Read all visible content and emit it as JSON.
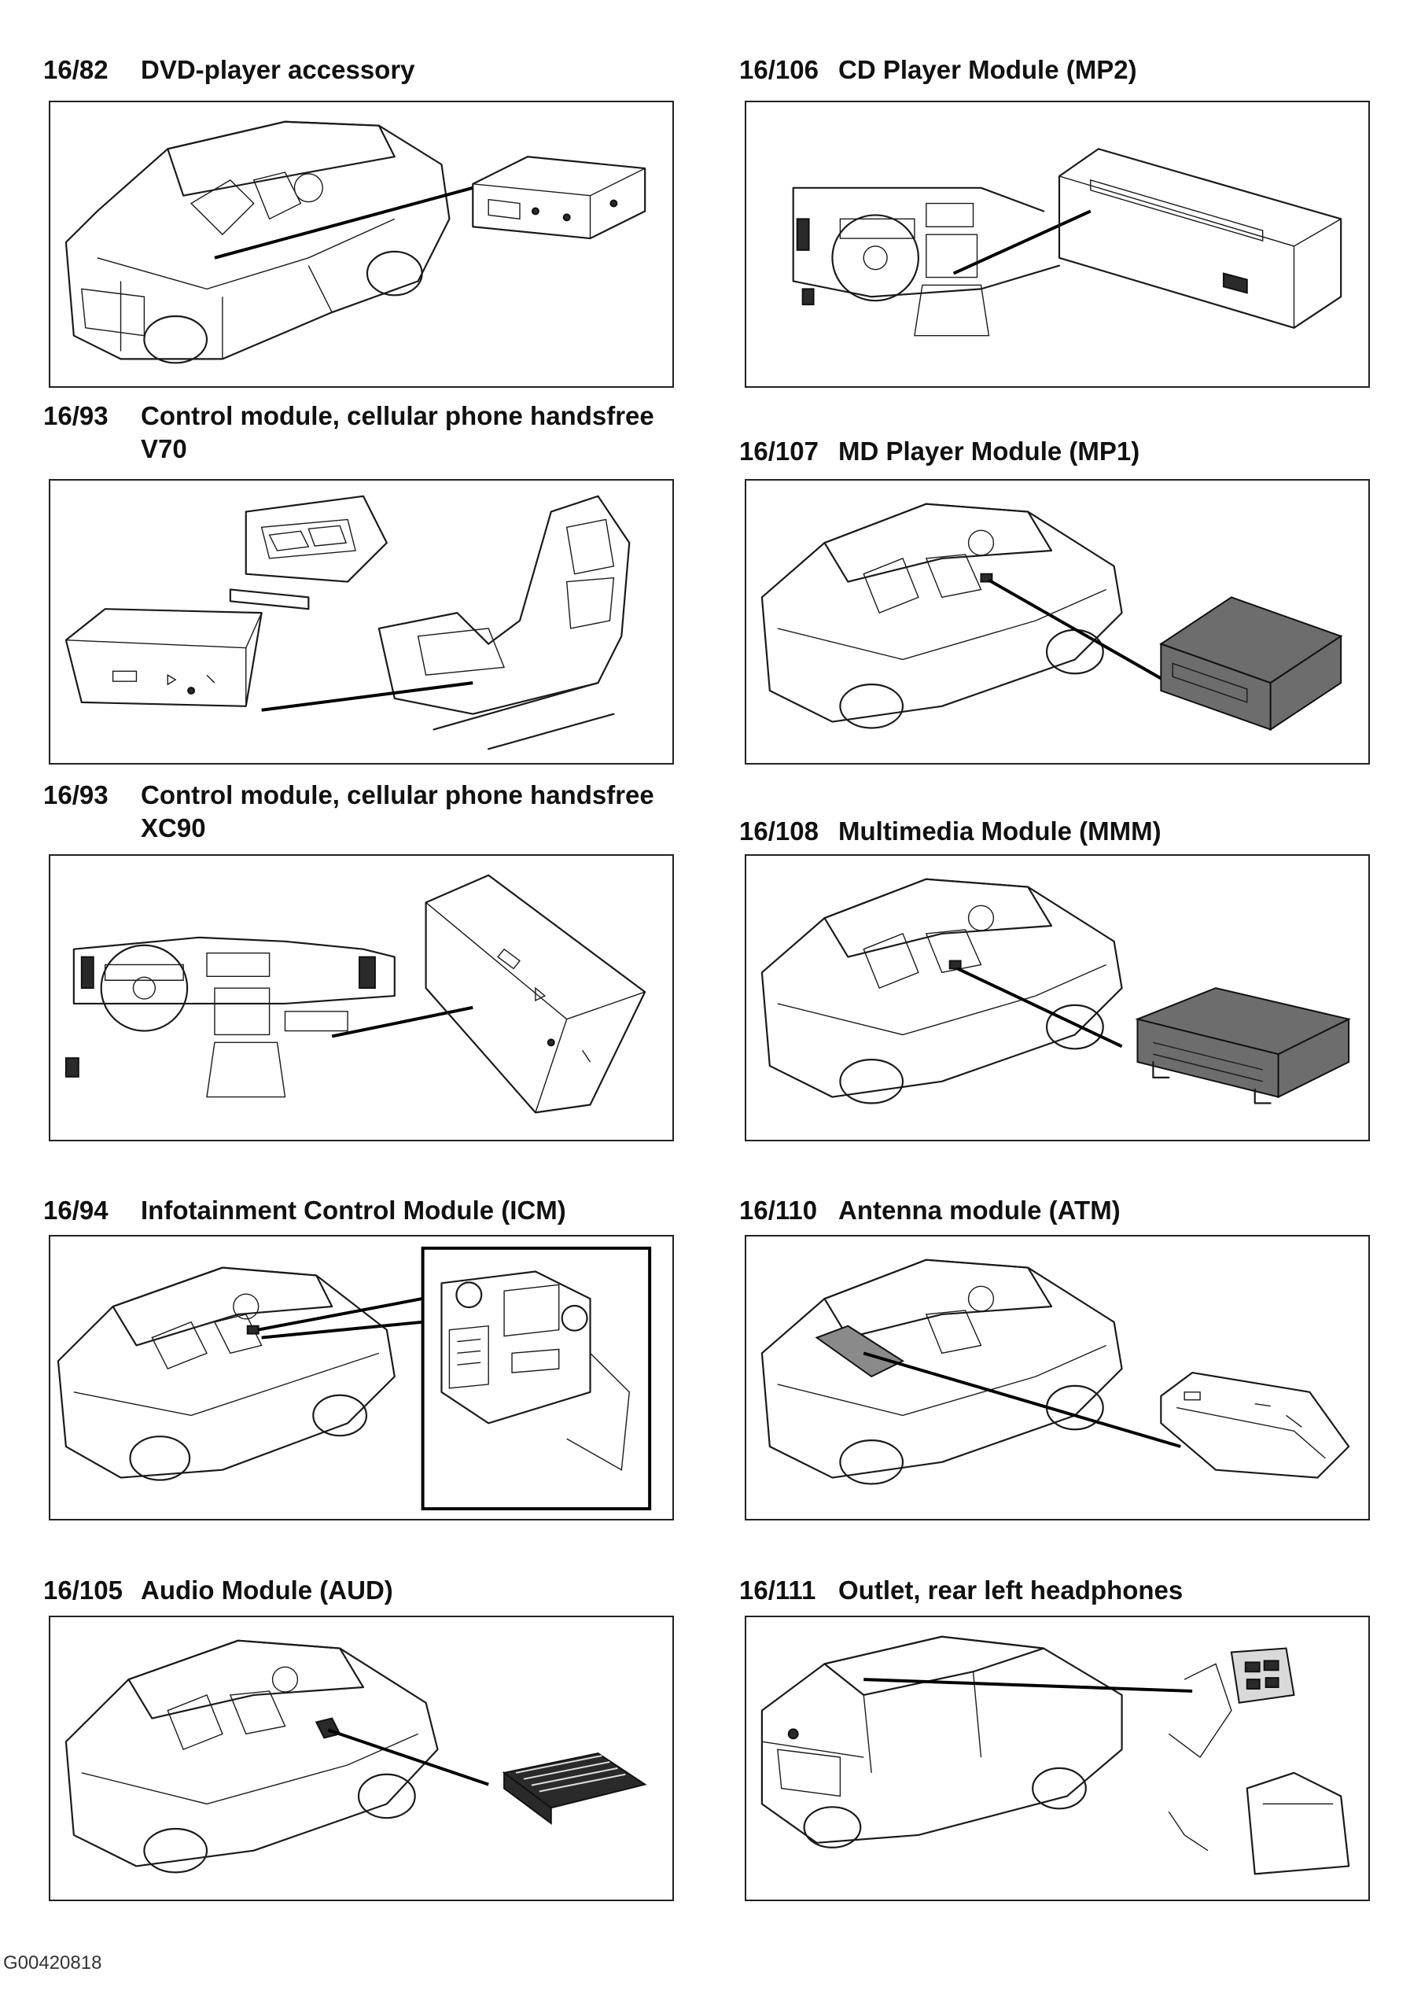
{
  "sections": [
    {
      "num": "16/82",
      "title": "DVD-player accessory",
      "subtitle": ""
    },
    {
      "num": "16/106",
      "title": "CD Player Module (MP2)",
      "subtitle": ""
    },
    {
      "num": "16/93",
      "title": "Control module, cellular phone handsfree",
      "subtitle": "V70"
    },
    {
      "num": "16/107",
      "title": "MD Player Module (MP1)",
      "subtitle": ""
    },
    {
      "num": "16/93",
      "title": "Control module, cellular phone handsfree",
      "subtitle": "XC90"
    },
    {
      "num": "16/108",
      "title": "Multimedia Module (MMM)",
      "subtitle": ""
    },
    {
      "num": "16/94",
      "title": "Infotainment Control Module (ICM)",
      "subtitle": ""
    },
    {
      "num": "16/110",
      "title": "Antenna module (ATM)",
      "subtitle": ""
    },
    {
      "num": "16/105",
      "title": "Audio Module (AUD)",
      "subtitle": ""
    },
    {
      "num": "16/111",
      "title": "Outlet, rear left headphones",
      "subtitle": ""
    }
  ],
  "footer": {
    "code": "G00420818"
  }
}
